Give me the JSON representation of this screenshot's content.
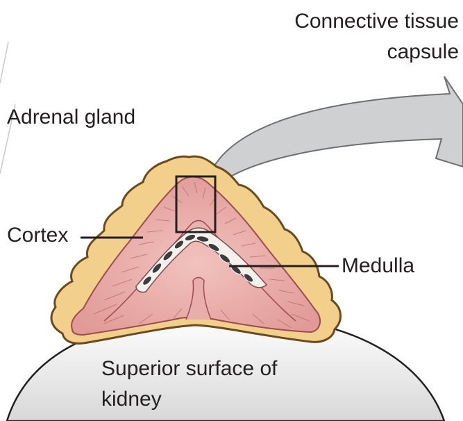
{
  "labels": {
    "capsule_line1": "Connective tissue",
    "capsule_line2": "capsule",
    "adrenal_gland": "Adrenal gland",
    "cortex": "Cortex",
    "medulla": "Medulla",
    "kidney_line1": "Superior surface of",
    "kidney_line2": "kidney"
  },
  "colors": {
    "capsule_fill": "#f2cf8a",
    "capsule_stroke": "#6b4a1e",
    "cortex_fill": "#e8a7a4",
    "medulla_fill": "#f4f0ec",
    "medulla_cells": "#3d3d3d",
    "kidney_fill": "#f0f0f0",
    "arrow_fill": "#cfd0d2",
    "line": "#231f20"
  }
}
